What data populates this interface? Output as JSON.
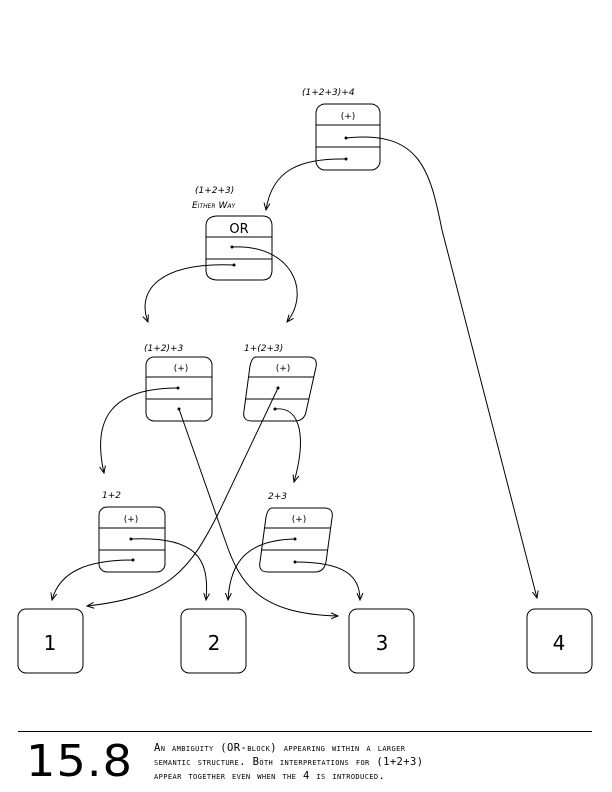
{
  "figure": {
    "number": "15.8",
    "caption": "An ambiguity (OR-block) appearing within a larger\nsemantic structure.  Both interpretations for (1+2+3)\nappear together even when the 4 is introduced."
  },
  "nodes": {
    "top": {
      "label": "(1+2+3)+4",
      "op": "(+)"
    },
    "or": {
      "label_line1": "(1+2+3)",
      "label_line2": "Either Way",
      "op": "OR"
    },
    "left_assoc": {
      "label": "(1+2)+3",
      "op": "(+)"
    },
    "right_assoc": {
      "label": "1+(2+3)",
      "op": "(+)"
    },
    "sum12": {
      "label": "1+2",
      "op": "(+)"
    },
    "sum23": {
      "label": "2+3",
      "op": "(+)"
    }
  },
  "leaves": [
    "1",
    "2",
    "3",
    "4"
  ]
}
